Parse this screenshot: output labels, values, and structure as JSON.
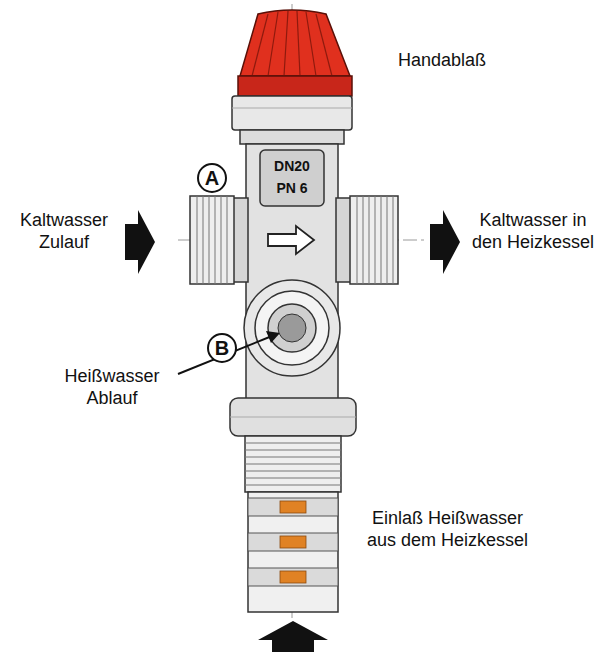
{
  "diagram": {
    "nodes": [
      {
        "text": [
          "A"
        ]
      },
      {
        "text": [
          "B"
        ]
      }
    ],
    "labels": [
      "Handablaß",
      "DN20",
      "PN 6",
      "Kaltwasser Zulauf",
      "Kaltwasser in den Heizkessel",
      "Heißwasser Ablauf",
      "Einlaß Heißwasser aus dem Heizkessel"
    ]
  }
}
